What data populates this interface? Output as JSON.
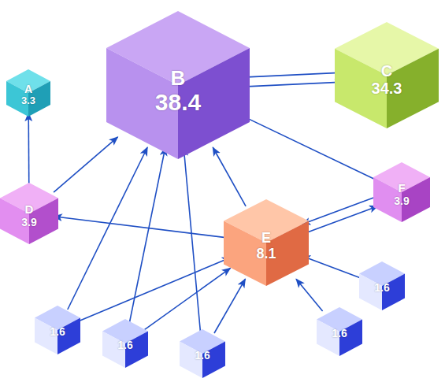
{
  "diagram": {
    "nodes": [
      {
        "text": [
          "A",
          "3.3"
        ]
      },
      {
        "text": [
          "B",
          "38.4"
        ]
      },
      {
        "text": [
          "C",
          "34.3"
        ]
      },
      {
        "text": [
          "D",
          "3.9"
        ]
      },
      {
        "text": [
          "E",
          "8.1"
        ]
      },
      {
        "text": [
          "F",
          "3.9"
        ]
      },
      {
        "text": [
          "1.6"
        ]
      },
      {
        "text": [
          "1.6"
        ]
      },
      {
        "text": [
          "1.6"
        ]
      },
      {
        "text": [
          "1.6"
        ]
      },
      {
        "text": [
          "1.6"
        ]
      }
    ],
    "edges": [
      {
        "from": 1,
        "to": 2,
        "arrow": "to"
      },
      {
        "from": 2,
        "to": 1,
        "arrow": "to"
      },
      {
        "from": 3,
        "to": 0,
        "arrow": "to"
      },
      {
        "from": 3,
        "to": 1,
        "arrow": "to"
      },
      {
        "from": 4,
        "to": 1,
        "arrow": "to"
      },
      {
        "from": 4,
        "to": 3,
        "arrow": "to"
      },
      {
        "from": 4,
        "to": 5,
        "arrow": "to"
      },
      {
        "from": 5,
        "to": 4,
        "arrow": "to"
      },
      {
        "from": 5,
        "to": 1,
        "arrow": "to"
      },
      {
        "from": 6,
        "to": 4,
        "arrow": "to"
      },
      {
        "from": 7,
        "to": 1,
        "arrow": "to"
      },
      {
        "from": 7,
        "to": 4,
        "arrow": "to"
      },
      {
        "from": 8,
        "to": 4,
        "arrow": "to"
      },
      {
        "from": 9,
        "to": 1,
        "arrow": "to"
      },
      {
        "from": 9,
        "to": 4,
        "arrow": "to"
      },
      {
        "from": 10,
        "to": 1,
        "arrow": "to"
      },
      {
        "from": 10,
        "to": 4,
        "arrow": "to"
      }
    ]
  }
}
